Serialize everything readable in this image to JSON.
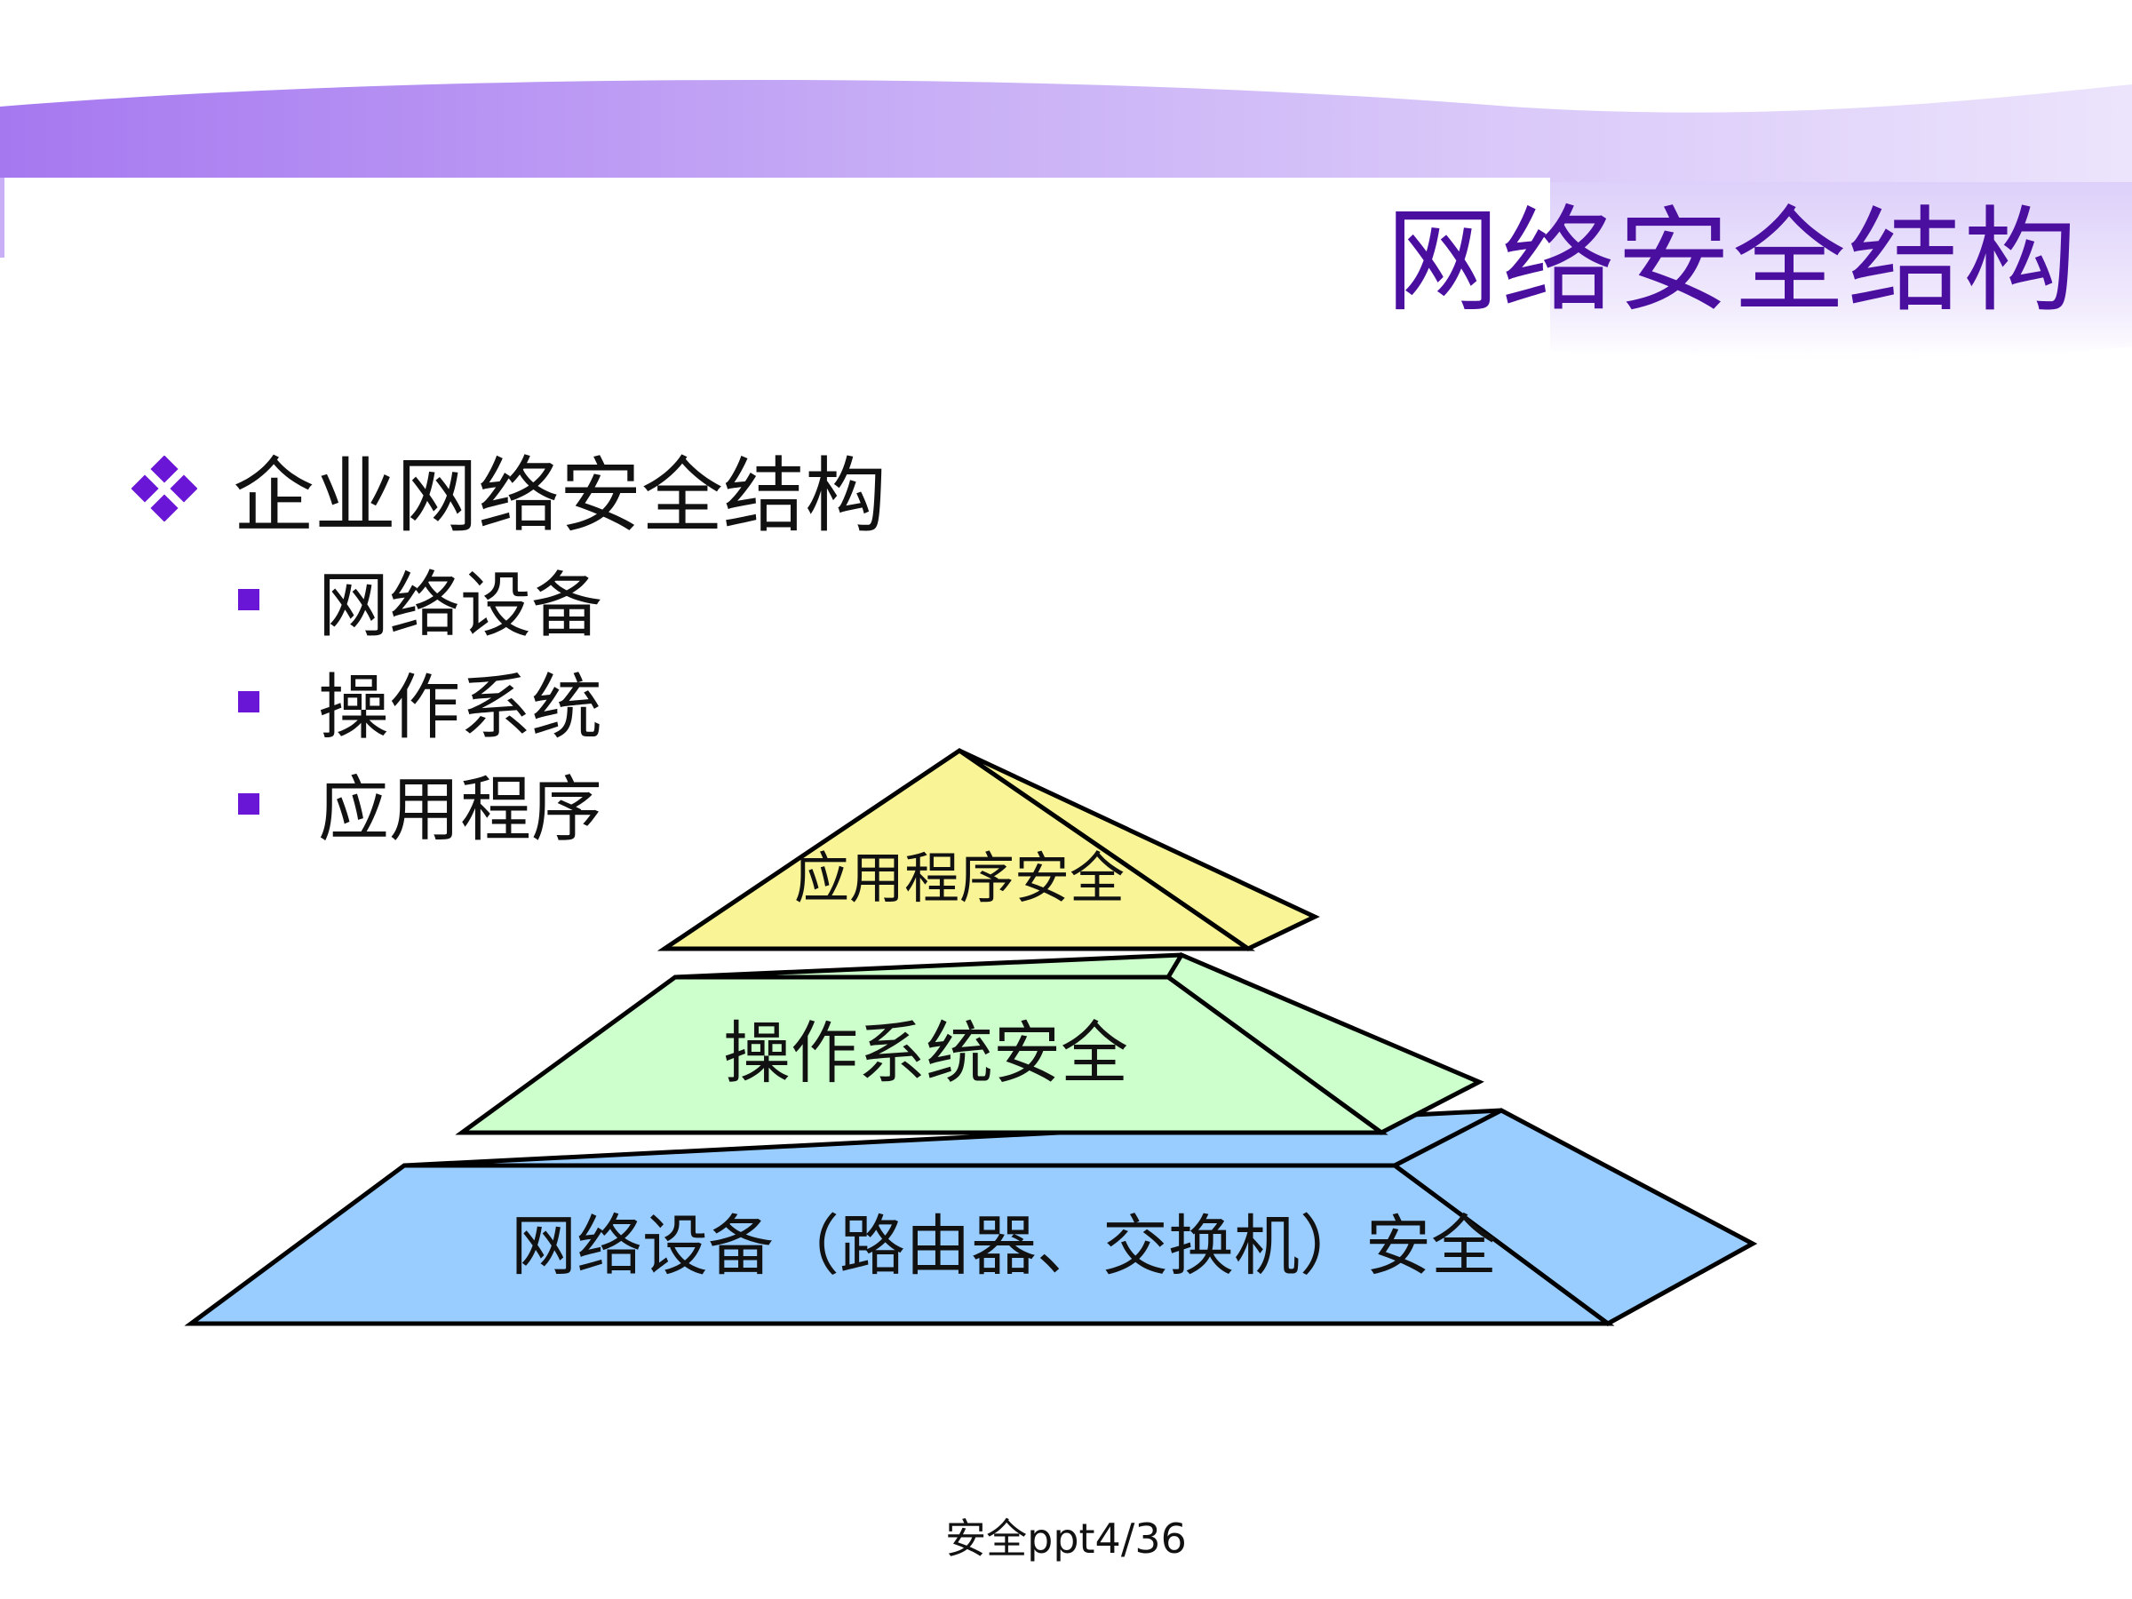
{
  "slide": {
    "title": "网络安全结构",
    "bullet": {
      "text": "企业网络安全结构",
      "icon": "diamond-bullet-icon",
      "sub_items": [
        "网络设备",
        "操作系统",
        "应用程序"
      ]
    },
    "pyramid": {
      "top": {
        "label": "应用程序安全",
        "color": "#f9f597"
      },
      "middle": {
        "label": "操作系统安全",
        "color": "#ccffcc"
      },
      "bottom": {
        "label": "网络设备（路由器、交换机）安全",
        "color": "#99ccff"
      }
    },
    "footer": "安全ppt4/36"
  },
  "colors": {
    "title": "#4b0fa0",
    "bullet_accent": "#6a16d6",
    "banner": "#a678f0"
  }
}
